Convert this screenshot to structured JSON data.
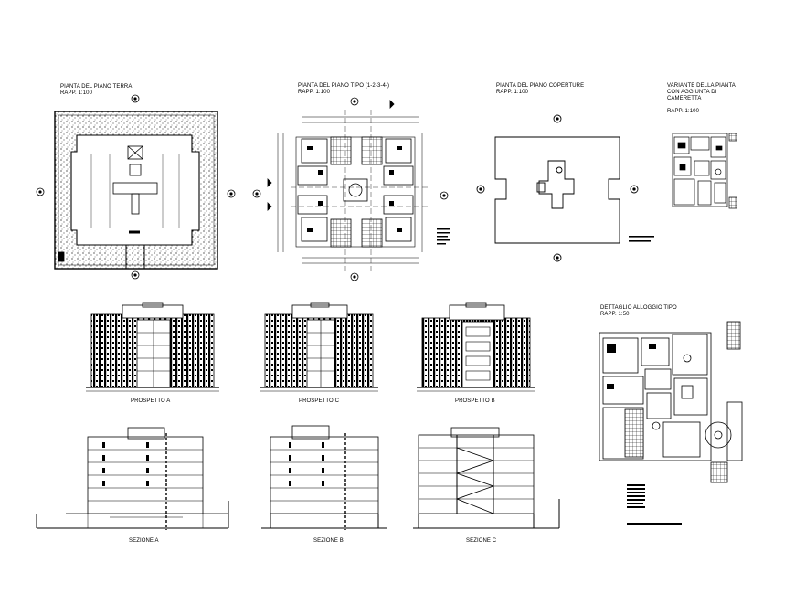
{
  "plans": {
    "ground": {
      "title": "PIANTA DEL PIANO TERRA",
      "scale": "RAPP. 1:100"
    },
    "typical": {
      "title": "PIANTA DEL PIANO TIPO (1-2-3-4-)",
      "scale": "RAPP. 1:100"
    },
    "roof": {
      "title": "PIANTA DEL PIANO COPERTURE",
      "scale": "RAPP. 1:100"
    },
    "variant": {
      "title_lines": [
        "VARIANTE DELLA PIANTA",
        "CON AGGIUNTA DI",
        "CAMERETTA"
      ],
      "scale": "RAPP. 1:100"
    },
    "detail": {
      "title": "DETTAGLIO ALLOGGIO TIPO",
      "scale": "RAPP. 1:50"
    }
  },
  "elevations": {
    "a": "PROSPETTO A",
    "c": "PROSPETTO C",
    "b": "PROSPETTO B"
  },
  "sections": {
    "a": "SEZIONE A",
    "b": "SEZIONE B",
    "c": "SEZIONE C"
  },
  "colors": {
    "line": "#000000",
    "background": "#ffffff"
  }
}
